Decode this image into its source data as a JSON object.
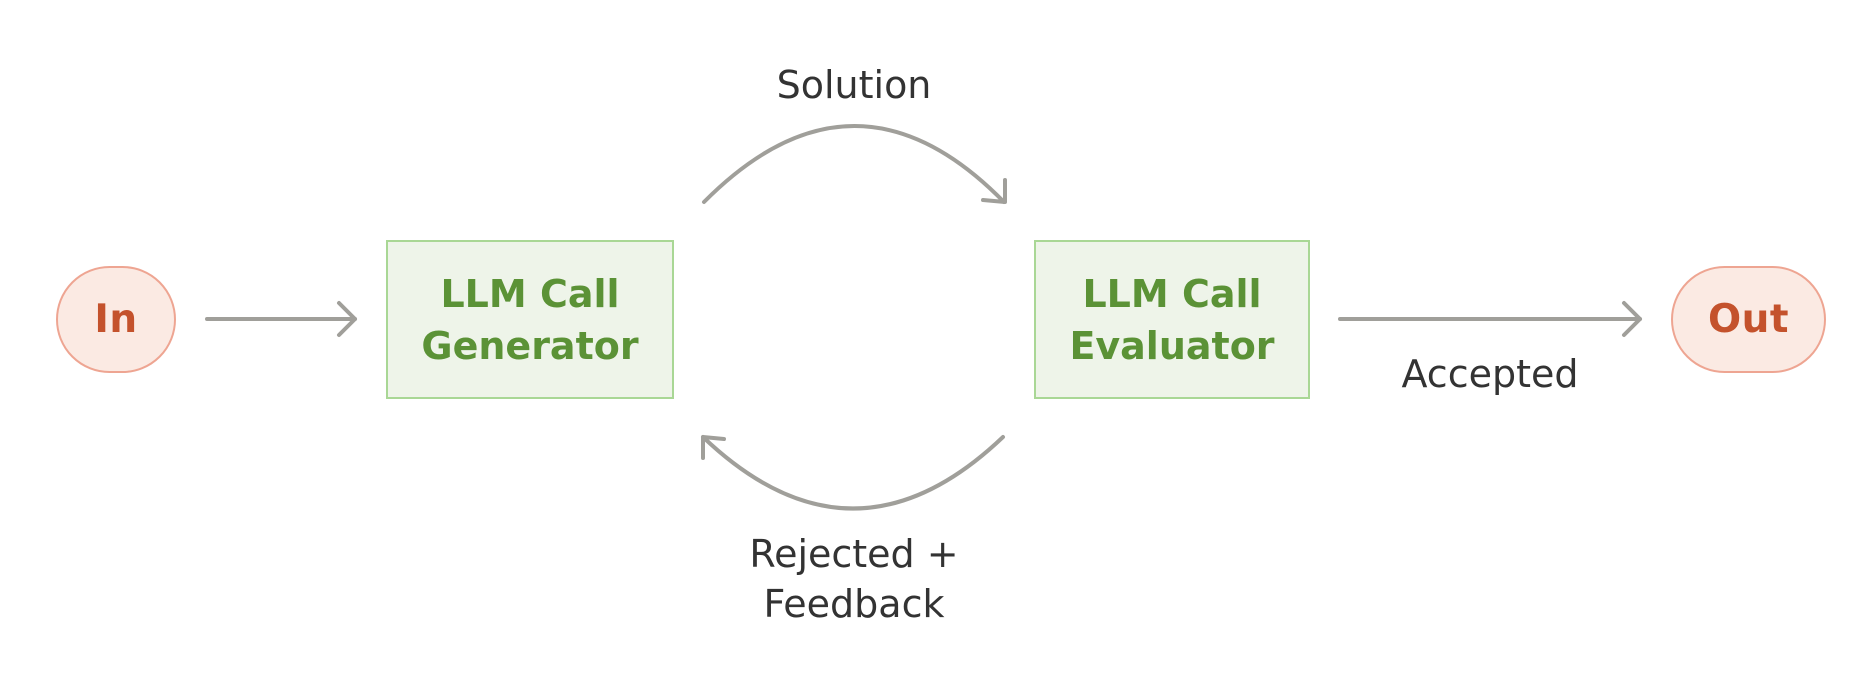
{
  "nodes": {
    "input": {
      "label": "In"
    },
    "generator": {
      "line1": "LLM Call",
      "line2": "Generator"
    },
    "evaluator": {
      "line1": "LLM Call",
      "line2": "Evaluator"
    },
    "output": {
      "label": "Out"
    }
  },
  "edges": {
    "solution_label": "Solution",
    "rejected_label_line1": "Rejected +",
    "rejected_label_line2": "Feedback",
    "accepted_label": "Accepted"
  },
  "colors": {
    "io_fill": "#fbeae3",
    "io_border": "#eea592",
    "io_text": "#c4522c",
    "llm_fill": "#eef4e9",
    "llm_border": "#a9d795",
    "llm_text": "#5b9236",
    "arrow": "#a09f9a",
    "label_text": "#333333"
  }
}
